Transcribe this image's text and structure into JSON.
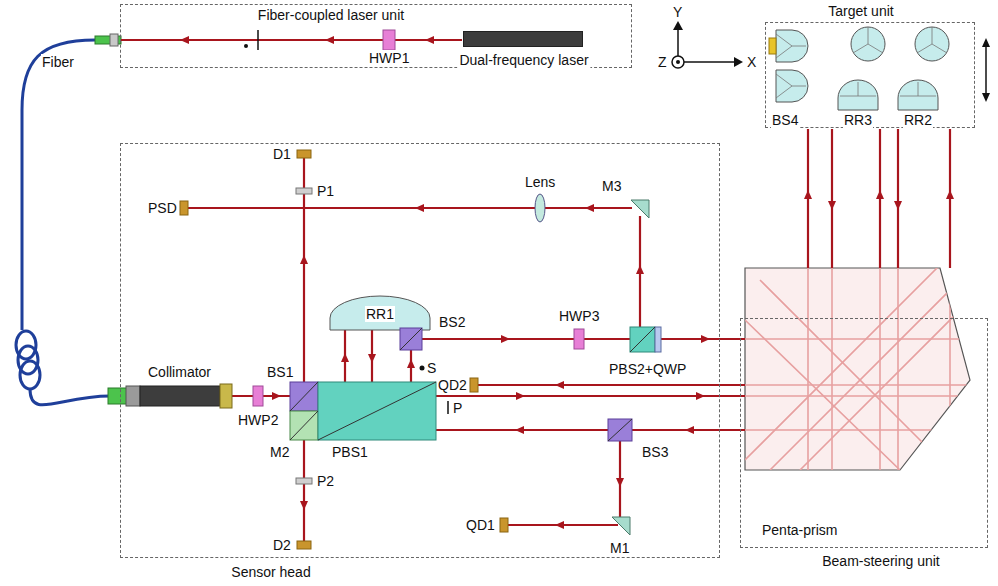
{
  "diagram": {
    "nodes": [
      {
        "text": [
          "Fiber-coupled laser unit"
        ]
      },
      {
        "text": [
          "Dual-frequency laser"
        ],
        "in": 0
      },
      {
        "text": [
          "Target unit"
        ]
      },
      {
        "text": [
          "Sensor head"
        ]
      },
      {
        "text": [
          "Beam-steering unit"
        ]
      }
    ],
    "labels": [
      "Fiber",
      "HWP1",
      "Y",
      "Z",
      "X",
      "D1",
      "P1",
      "PSD",
      "Lens",
      "M3",
      "RR1",
      "BS2",
      "HWP3",
      "PBS2+QWP",
      "QD2",
      "Collimator",
      "BS1",
      "S",
      "P",
      "HWP2",
      "M2",
      "PBS1",
      "BS3",
      "P2",
      "QD1",
      "M1",
      "D2",
      "Penta-prism",
      "BS4",
      "RR3",
      "RR2"
    ]
  }
}
